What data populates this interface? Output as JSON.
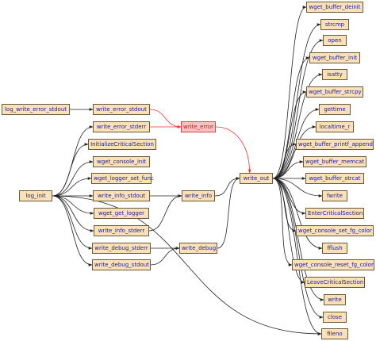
{
  "colors": {
    "node_fill": "#fbe1b7",
    "node_border": "#6b5a3a",
    "label_text": "#1a1aa0",
    "highlight_fill": "#ffc0c0",
    "highlight_border": "#c84a4a",
    "edge": "#222222",
    "highlight_edge": "#ff3030"
  },
  "nodes": {
    "log_write_error_stdout": "log_write_error_stdout",
    "write_error_stdout": "write_error_stdout",
    "write_error_stderr": "write_error_stderr",
    "write_error": "write_error",
    "InitializeCriticalSection": "InitializeCriticalSection",
    "wget_console_init": "wget_console_init",
    "wget_logger_set_func": "wget_logger_set_func",
    "log_init": "log_init",
    "write_info_stdout": "write_info_stdout",
    "write_info": "write_info",
    "wget_get_logger": "wget_get_logger",
    "write_info_stderr": "write_info_stderr",
    "write_debug_stderr": "write_debug_stderr",
    "write_debug": "write_debug",
    "write_debug_stdout": "write_debug_stdout",
    "write_out": "write_out",
    "wget_buffer_deinit": "wget_buffer_deinit",
    "strcmp": "strcmp",
    "open": "open",
    "wget_buffer_init": "wget_buffer_init",
    "isatty": "isatty",
    "wget_buffer_strcpy": "wget_buffer_strcpy",
    "gettime": "gettime",
    "localtime_r": "localtime_r",
    "wget_buffer_printf_append": "wget_buffer_printf_append",
    "wget_buffer_memcat": "wget_buffer_memcat",
    "wget_buffer_strcat": "wget_buffer_strcat",
    "fwrite": "fwrite",
    "EnterCriticalSection": "EnterCriticalSection",
    "wget_console_set_fg_color": "wget_console_set_fg_color",
    "fflush": "fflush",
    "wget_console_reset_fg_color": "wget_console_reset_fg_color",
    "LeaveCriticalSection": "LeaveCriticalSection",
    "write": "write",
    "close": "close",
    "fileno": "fileno"
  },
  "edges": [
    {
      "from": "log_write_error_stdout",
      "to": "write_error_stdout"
    },
    {
      "from": "write_error_stdout",
      "to": "write_error",
      "highlight": true
    },
    {
      "from": "write_error_stderr",
      "to": "write_error",
      "highlight": true
    },
    {
      "from": "write_error",
      "to": "write_out",
      "highlight": true
    },
    {
      "from": "log_init",
      "to": "write_error_stderr"
    },
    {
      "from": "log_init",
      "to": "InitializeCriticalSection"
    },
    {
      "from": "log_init",
      "to": "wget_console_init"
    },
    {
      "from": "log_init",
      "to": "wget_logger_set_func"
    },
    {
      "from": "log_init",
      "to": "write_info_stdout"
    },
    {
      "from": "log_init",
      "to": "wget_get_logger"
    },
    {
      "from": "log_init",
      "to": "write_info_stderr"
    },
    {
      "from": "log_init",
      "to": "write_debug_stderr"
    },
    {
      "from": "log_init",
      "to": "write_debug_stdout"
    },
    {
      "from": "log_init",
      "to": "fileno"
    },
    {
      "from": "write_info_stdout",
      "to": "write_info"
    },
    {
      "from": "write_info_stderr",
      "to": "write_info"
    },
    {
      "from": "write_debug_stderr",
      "to": "write_debug"
    },
    {
      "from": "write_debug_stdout",
      "to": "write_debug"
    },
    {
      "from": "write_info",
      "to": "write_out"
    },
    {
      "from": "write_debug",
      "to": "write_out"
    },
    {
      "from": "write_out",
      "to": "wget_buffer_deinit"
    },
    {
      "from": "write_out",
      "to": "strcmp"
    },
    {
      "from": "write_out",
      "to": "open"
    },
    {
      "from": "write_out",
      "to": "wget_buffer_init"
    },
    {
      "from": "write_out",
      "to": "isatty"
    },
    {
      "from": "write_out",
      "to": "wget_buffer_strcpy"
    },
    {
      "from": "write_out",
      "to": "gettime"
    },
    {
      "from": "write_out",
      "to": "localtime_r"
    },
    {
      "from": "write_out",
      "to": "wget_buffer_printf_append"
    },
    {
      "from": "write_out",
      "to": "wget_buffer_memcat"
    },
    {
      "from": "write_out",
      "to": "wget_buffer_strcat"
    },
    {
      "from": "write_out",
      "to": "fwrite"
    },
    {
      "from": "write_out",
      "to": "EnterCriticalSection"
    },
    {
      "from": "write_out",
      "to": "wget_console_set_fg_color"
    },
    {
      "from": "write_out",
      "to": "fflush"
    },
    {
      "from": "write_out",
      "to": "wget_console_reset_fg_color"
    },
    {
      "from": "write_out",
      "to": "LeaveCriticalSection"
    },
    {
      "from": "write_out",
      "to": "write"
    },
    {
      "from": "write_out",
      "to": "close"
    },
    {
      "from": "write_out",
      "to": "fileno"
    }
  ]
}
